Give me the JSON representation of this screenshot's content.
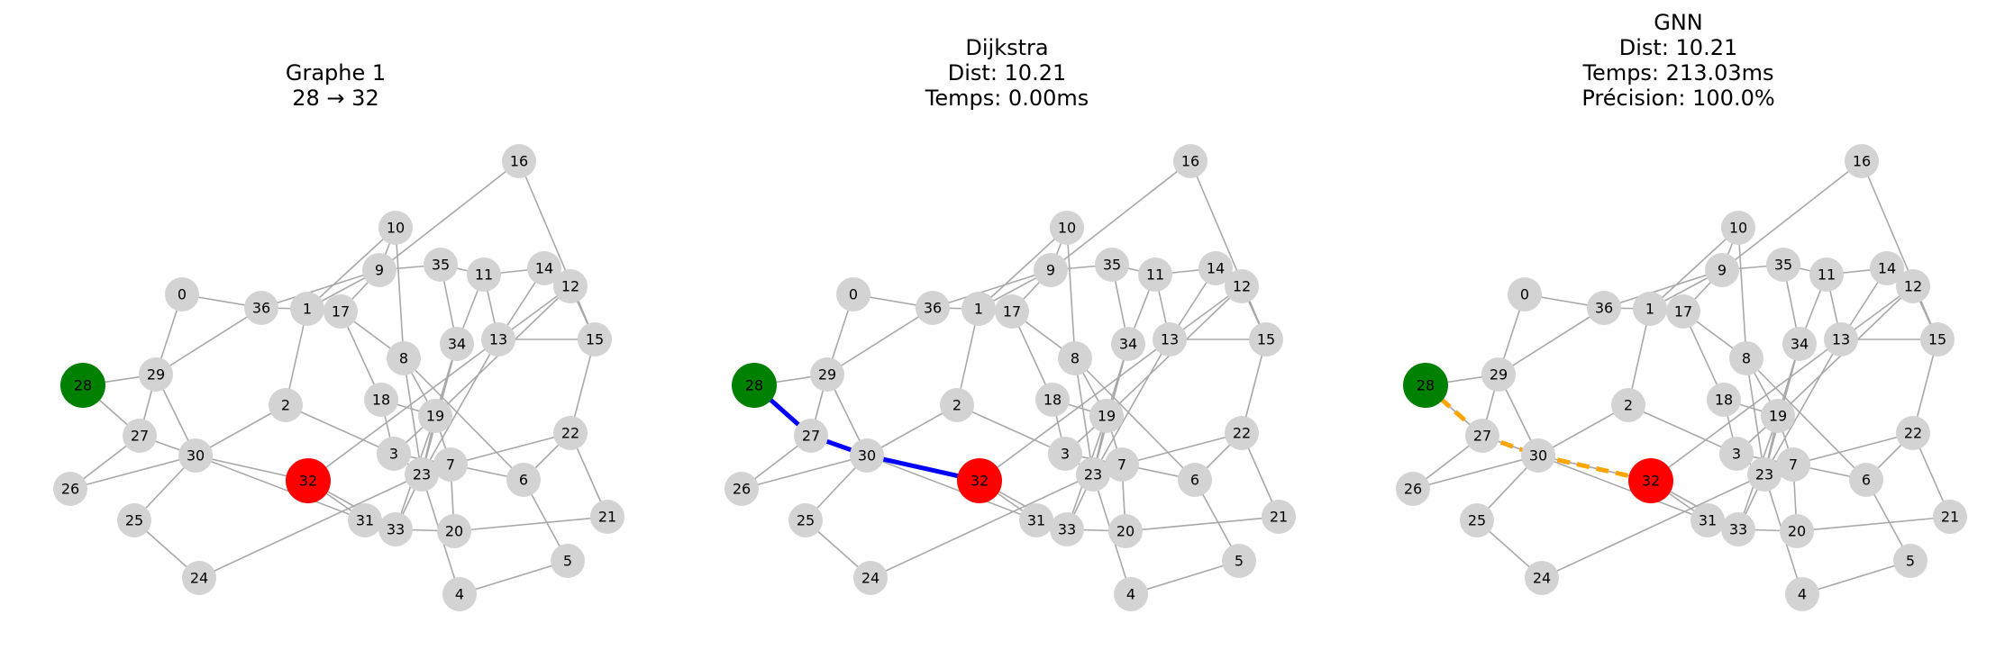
{
  "colors": {
    "edge": "#a8a8a8",
    "node": "#d3d3d3",
    "source": "#008000",
    "target": "#ff0000",
    "dijkstra_path": "#0000ff",
    "gnn_path": "#ffa500"
  },
  "graph": {
    "source": "28",
    "target": "32",
    "nodes": [
      "0",
      "1",
      "2",
      "3",
      "4",
      "5",
      "6",
      "7",
      "8",
      "9",
      "10",
      "11",
      "12",
      "13",
      "14",
      "15",
      "16",
      "17",
      "18",
      "19",
      "20",
      "21",
      "22",
      "23",
      "24",
      "25",
      "26",
      "27",
      "28",
      "29",
      "30",
      "31",
      "32",
      "33",
      "34",
      "35",
      "36"
    ],
    "edges": [
      [
        "0",
        "36"
      ],
      [
        "0",
        "29"
      ],
      [
        "36",
        "1"
      ],
      [
        "36",
        "29"
      ],
      [
        "36",
        "9"
      ],
      [
        "1",
        "17"
      ],
      [
        "1",
        "2"
      ],
      [
        "1",
        "9"
      ],
      [
        "1",
        "10"
      ],
      [
        "10",
        "9"
      ],
      [
        "10",
        "8"
      ],
      [
        "9",
        "35"
      ],
      [
        "9",
        "17"
      ],
      [
        "9",
        "16"
      ],
      [
        "35",
        "11"
      ],
      [
        "35",
        "34"
      ],
      [
        "11",
        "14"
      ],
      [
        "11",
        "13"
      ],
      [
        "11",
        "34"
      ],
      [
        "14",
        "12"
      ],
      [
        "14",
        "13"
      ],
      [
        "12",
        "15"
      ],
      [
        "12",
        "13"
      ],
      [
        "12",
        "19"
      ],
      [
        "16",
        "15"
      ],
      [
        "13",
        "15"
      ],
      [
        "13",
        "23"
      ],
      [
        "13",
        "32"
      ],
      [
        "17",
        "8"
      ],
      [
        "17",
        "18"
      ],
      [
        "8",
        "19"
      ],
      [
        "8",
        "6"
      ],
      [
        "8",
        "23"
      ],
      [
        "34",
        "23"
      ],
      [
        "34",
        "19"
      ],
      [
        "18",
        "19"
      ],
      [
        "18",
        "3"
      ],
      [
        "19",
        "23"
      ],
      [
        "19",
        "7"
      ],
      [
        "19",
        "3"
      ],
      [
        "19",
        "33"
      ],
      [
        "2",
        "3"
      ],
      [
        "2",
        "30"
      ],
      [
        "3",
        "23"
      ],
      [
        "3",
        "7"
      ],
      [
        "23",
        "7"
      ],
      [
        "23",
        "4"
      ],
      [
        "23",
        "24"
      ],
      [
        "23",
        "33"
      ],
      [
        "7",
        "6"
      ],
      [
        "7",
        "20"
      ],
      [
        "22",
        "6"
      ],
      [
        "22",
        "15"
      ],
      [
        "22",
        "21"
      ],
      [
        "22",
        "7"
      ],
      [
        "6",
        "5"
      ],
      [
        "5",
        "4"
      ],
      [
        "21",
        "20"
      ],
      [
        "20",
        "33"
      ],
      [
        "31",
        "32"
      ],
      [
        "31",
        "33"
      ],
      [
        "31",
        "30"
      ],
      [
        "29",
        "27"
      ],
      [
        "29",
        "30"
      ],
      [
        "29",
        "28"
      ],
      [
        "28",
        "27"
      ],
      [
        "27",
        "30"
      ],
      [
        "27",
        "26"
      ],
      [
        "26",
        "30"
      ],
      [
        "30",
        "25"
      ],
      [
        "25",
        "24"
      ],
      [
        "33",
        "32"
      ],
      [
        "30",
        "32"
      ]
    ]
  },
  "panels": [
    {
      "title_lines": [
        "Graphe 1",
        "28 → 32"
      ],
      "path": []
    },
    {
      "title_lines": [
        "Dijkstra",
        "Dist: 10.21",
        "Temps: 0.00ms"
      ],
      "path": [
        "28",
        "27",
        "30",
        "32"
      ],
      "path_style": "solid"
    },
    {
      "title_lines": [
        "GNN",
        "Dist: 10.21",
        "Temps: 213.03ms",
        "Précision: 100.0%"
      ],
      "path": [
        "28",
        "27",
        "30",
        "32"
      ],
      "path_style": "dashed"
    }
  ]
}
